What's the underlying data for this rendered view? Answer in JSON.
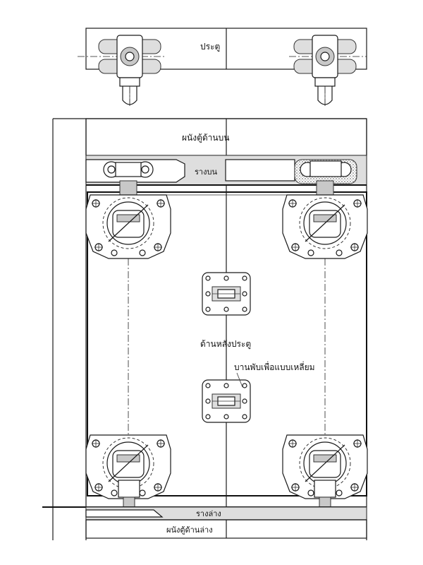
{
  "labels": {
    "door": "ประตู",
    "upper_wall": "ผนังตู้ด้านบน",
    "upper_rail": "รางบน",
    "back_of_door": "ด้านหลังประตู",
    "hinge": "บานพับเพื่อแบบเหลี่ยม",
    "lower_rail": "รางล่าง",
    "lower_wall": "ผนังตู้ด้านล่าง"
  }
}
